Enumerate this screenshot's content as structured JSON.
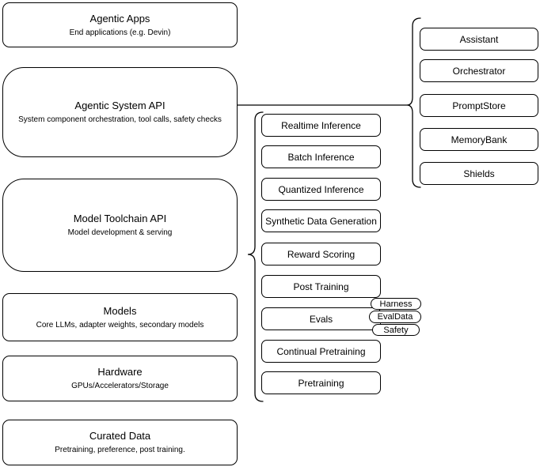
{
  "diagram": {
    "colors": {
      "stroke": "#000000",
      "background": "#ffffff"
    },
    "left_column": [
      {
        "title": "Agentic Apps",
        "subtitle": "End applications (e.g. Devin)"
      },
      {
        "title": "Agentic System API",
        "subtitle": "System component orchestration, tool calls, safety checks"
      },
      {
        "title": "Model Toolchain API",
        "subtitle": "Model development & serving"
      },
      {
        "title": "Models",
        "subtitle": "Core LLMs, adapter weights, secondary models"
      },
      {
        "title": "Hardware",
        "subtitle": "GPUs/Accelerators/Storage"
      },
      {
        "title": "Curated Data",
        "subtitle": "Pretraining, preference, post training."
      }
    ],
    "toolchain_items": [
      "Realtime Inference",
      "Batch Inference",
      "Quantized Inference",
      "Synthetic Data Generation",
      "Reward Scoring",
      "Post Training",
      "Evals",
      "Continual Pretraining",
      "Pretraining"
    ],
    "eval_tags": [
      "Harness",
      "EvalData",
      "Safety"
    ],
    "system_components": [
      "Assistant",
      "Orchestrator",
      "PromptStore",
      "MemoryBank",
      "Shields"
    ]
  }
}
